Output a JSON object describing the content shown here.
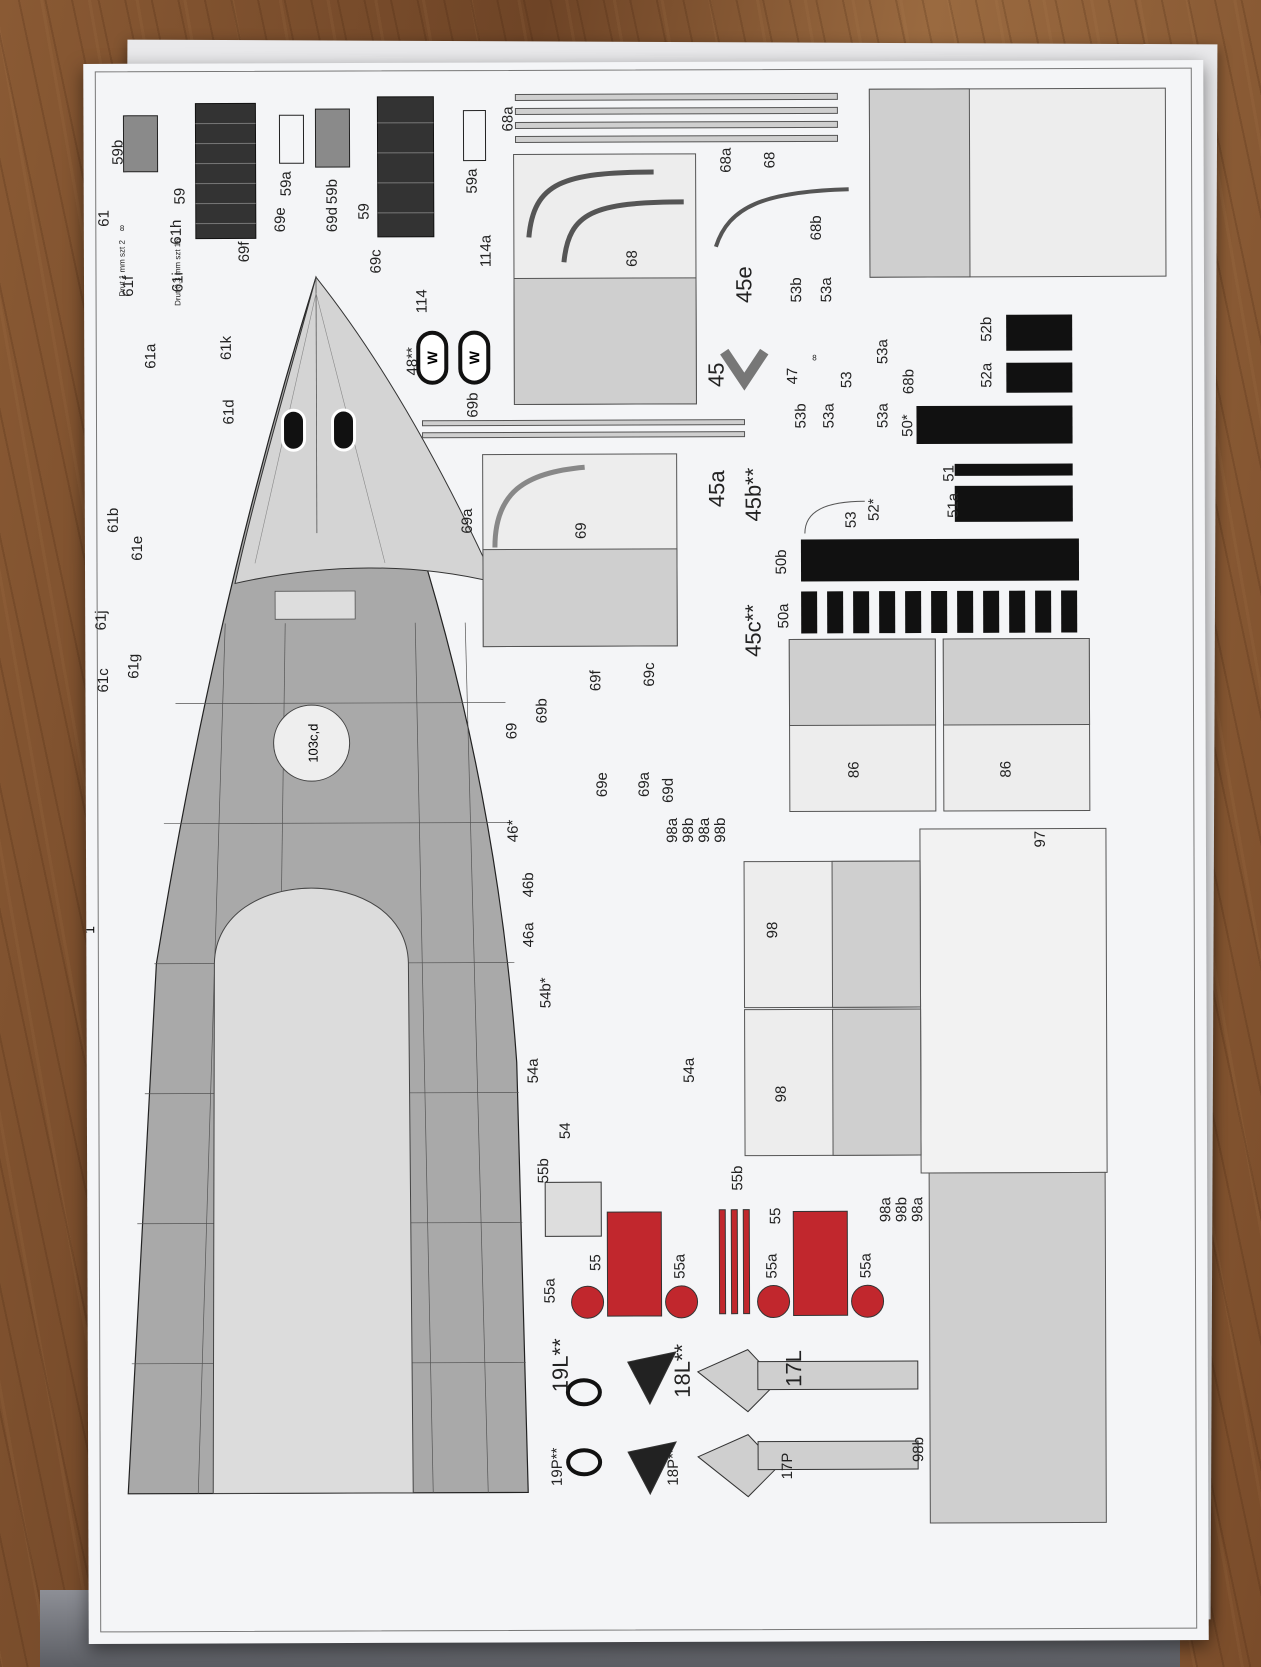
{
  "sheet": {
    "page_number": "1",
    "colors": {
      "paper": "#f4f5f7",
      "deck_light": "#d4d4d4",
      "deck_dark": "#a9a9a9",
      "accent_red": "#c1272d",
      "ink": "#111111"
    }
  },
  "parts": {
    "hull_label": "103c,d",
    "labels_top_left": [
      "59b",
      "59",
      "59a",
      "69e",
      "69d",
      "59b",
      "59",
      "59a",
      "69c",
      "69f",
      "114a",
      "114",
      "61",
      "61h",
      "61f",
      "61i",
      "61a",
      "61k",
      "61d",
      "48**",
      "69b"
    ],
    "small_notes": [
      "Drut 1 mm szt 2",
      "Drut 0,3 mm szt 16",
      "8"
    ],
    "labels_mid": [
      "68a",
      "68",
      "68a",
      "68",
      "68b",
      "45e",
      "45",
      "53b",
      "53a",
      "53",
      "53a",
      "53b",
      "53a",
      "53a",
      "47",
      "8",
      "52b",
      "52a",
      "68b",
      "50*",
      "51",
      "51a",
      "52*",
      "53"
    ],
    "labels_69": [
      "69a",
      "69",
      "45a",
      "45b**",
      "50b",
      "45c**",
      "50a",
      "86",
      "86"
    ],
    "labels_lower": [
      "69",
      "69b",
      "69f",
      "69c",
      "69e",
      "69a",
      "69d",
      "98a",
      "98b",
      "98a",
      "98b",
      "46*",
      "46b",
      "46a",
      "54b*",
      "54a",
      "54a",
      "54",
      "98",
      "98",
      "97",
      "55b",
      "55b",
      "55",
      "55a",
      "55",
      "55a",
      "55a",
      "55a",
      "98a",
      "98b",
      "98a",
      "98b"
    ],
    "labels_bottom": [
      "19L**",
      "18L**",
      "17L",
      "19P**",
      "18P**",
      "17P"
    ],
    "left_col": [
      "61b",
      "61e",
      "61j",
      "61c",
      "61g"
    ],
    "badge_letter": "W"
  }
}
